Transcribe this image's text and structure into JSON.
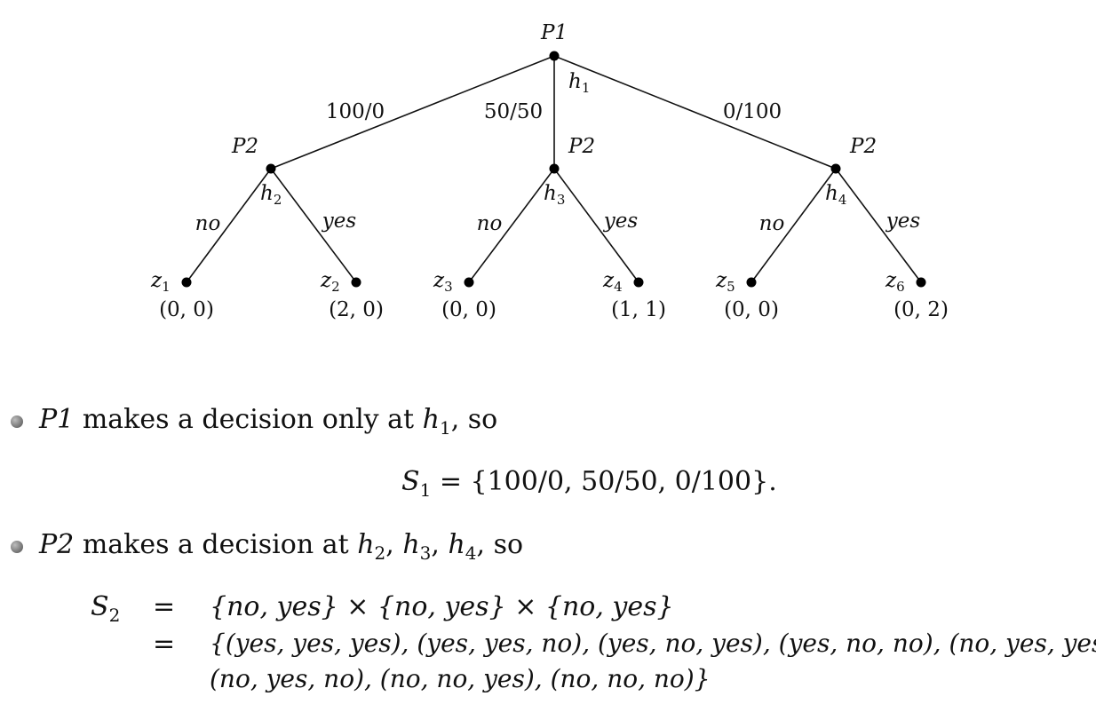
{
  "tree": {
    "root": {
      "player": "P1",
      "info_set": "h",
      "info_sub": "1"
    },
    "branches": [
      {
        "action": "100/0",
        "player": "P2",
        "info_set": "h",
        "info_sub": "2",
        "leaves": [
          {
            "action": "no",
            "name": "z",
            "sub": "1",
            "payoff": "(0, 0)"
          },
          {
            "action": "yes",
            "name": "z",
            "sub": "2",
            "payoff": "(2, 0)"
          }
        ]
      },
      {
        "action": "50/50",
        "player": "P2",
        "info_set": "h",
        "info_sub": "3",
        "leaves": [
          {
            "action": "no",
            "name": "z",
            "sub": "3",
            "payoff": "(0, 0)"
          },
          {
            "action": "yes",
            "name": "z",
            "sub": "4",
            "payoff": "(1, 1)"
          }
        ]
      },
      {
        "action": "0/100",
        "player": "P2",
        "info_set": "h",
        "info_sub": "4",
        "leaves": [
          {
            "action": "no",
            "name": "z",
            "sub": "5",
            "payoff": "(0, 0)"
          },
          {
            "action": "yes",
            "name": "z",
            "sub": "6",
            "payoff": "(0, 2)"
          }
        ]
      }
    ]
  },
  "text": {
    "bullet1": {
      "player": "P1",
      "text": " makes a decision only at ",
      "h": "h",
      "hsub": "1",
      "tail": ", so"
    },
    "eq1": {
      "lhs": "S",
      "lhs_sub": "1",
      "rhs": " = {100/0, 50/50, 0/100}."
    },
    "bullet2": {
      "player": "P2",
      "text": " makes a decision at ",
      "tail": ", so",
      "hs": [
        {
          "h": "h",
          "sub": "2",
          "sep": ", "
        },
        {
          "h": "h",
          "sub": "3",
          "sep": ", "
        },
        {
          "h": "h",
          "sub": "4",
          "sep": ""
        }
      ]
    },
    "eq2": {
      "lhs": "S",
      "lhs_sub": "2",
      "eq": "=",
      "line1": "{no, yes} × {no, yes} × {no, yes}",
      "line2": "{(yes, yes, yes), (yes, yes, no), (yes, no, yes), (yes, no, no), (no, yes, yes),",
      "line3": "(no, yes, no), (no, no, yes), (no, no, no)}"
    }
  }
}
